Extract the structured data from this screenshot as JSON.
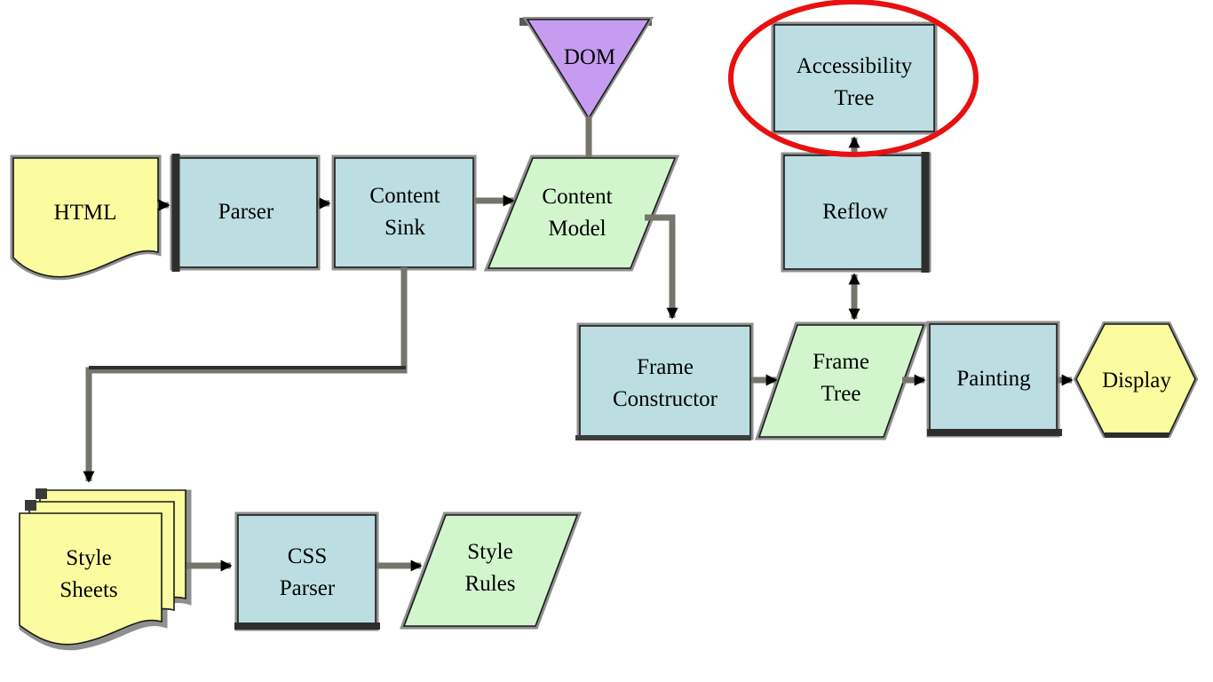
{
  "nodes": {
    "html": {
      "label": "HTML",
      "shape": "document"
    },
    "parser": {
      "label": "Parser",
      "shape": "process"
    },
    "content_sink": {
      "label": "Content Sink",
      "shape": "process"
    },
    "dom": {
      "label": "DOM",
      "shape": "triangle"
    },
    "content_model": {
      "label": "Content Model",
      "shape": "parallelogram"
    },
    "accessibility_tree": {
      "label": "Accessibility Tree",
      "shape": "process"
    },
    "reflow": {
      "label": "Reflow",
      "shape": "process"
    },
    "frame_constructor": {
      "label": "Frame Constructor",
      "shape": "process"
    },
    "frame_tree": {
      "label": "Frame Tree",
      "shape": "parallelogram"
    },
    "painting": {
      "label": "Painting",
      "shape": "process"
    },
    "display": {
      "label": "Display",
      "shape": "hexagon"
    },
    "style_sheets": {
      "label": "Style Sheets",
      "shape": "document-stack"
    },
    "css_parser": {
      "label": "CSS Parser",
      "shape": "process"
    },
    "style_rules": {
      "label": "Style Rules",
      "shape": "parallelogram"
    }
  },
  "edges": [
    {
      "from": "HTML",
      "to": "Parser"
    },
    {
      "from": "Parser",
      "to": "Content Sink"
    },
    {
      "from": "Content Sink",
      "to": "Content Model"
    },
    {
      "from": "DOM",
      "to": "Content Model",
      "arrow": false
    },
    {
      "from": "Content Model",
      "to": "Frame Constructor"
    },
    {
      "from": "Content Sink",
      "to": "Style Sheets"
    },
    {
      "from": "Style Sheets",
      "to": "CSS Parser"
    },
    {
      "from": "CSS Parser",
      "to": "Style Rules"
    },
    {
      "from": "Frame Constructor",
      "to": "Frame Tree"
    },
    {
      "from": "Frame Tree",
      "to": "Painting"
    },
    {
      "from": "Painting",
      "to": "Display"
    },
    {
      "from": "Reflow",
      "to": "Frame Tree",
      "bidirectional": true
    },
    {
      "from": "Reflow",
      "to": "Accessibility Tree"
    }
  ],
  "annotation": {
    "highlighted_node": "Accessibility Tree"
  },
  "colors": {
    "process_fill": "#bcdee2",
    "data_fill": "#d2f5cd",
    "document_fill": "#fbfc9f",
    "dom_fill": "#c69cf1",
    "highlight": "#e81010",
    "connector": "#75756c",
    "border_gray": "#8f8f8f",
    "shadow_dark": "#2e2e2e"
  }
}
